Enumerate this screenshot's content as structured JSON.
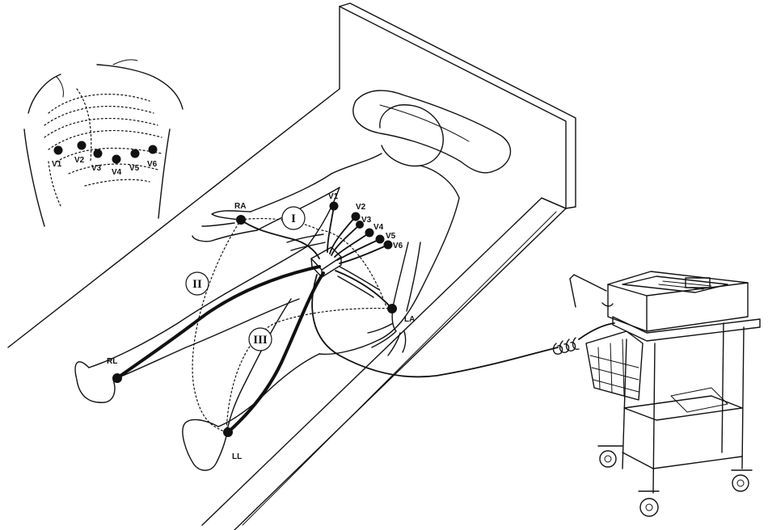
{
  "chest_inset": {
    "labels": [
      "V1",
      "V2",
      "V3",
      "V4",
      "V5",
      "V6"
    ]
  },
  "patient": {
    "limb_labels": {
      "ra": "RA",
      "la": "LA",
      "rl": "RL",
      "ll": "LL"
    },
    "precordial_labels": [
      "V1",
      "V2",
      "V3",
      "V4",
      "V5",
      "V6"
    ]
  },
  "leads": {
    "lead_i": "I",
    "lead_ii": "II",
    "lead_iii": "III"
  },
  "colors": {
    "ink": "#111111",
    "background": "#ffffff"
  }
}
